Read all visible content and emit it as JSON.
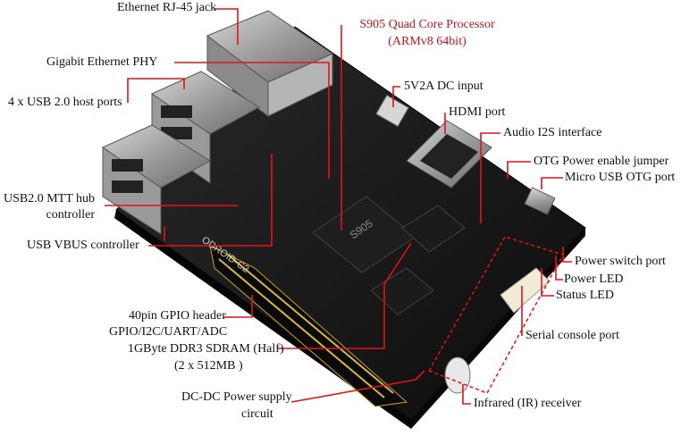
{
  "labels": {
    "rj45": "Ethernet RJ-45 jack",
    "cpu_line1": "S905 Quad Core Processor",
    "cpu_line2": "(ARMv8 64bit)",
    "phy": "Gigabit Ethernet PHY",
    "dc_input": "5V2A DC input",
    "usb_host": "4 x USB 2.0 host ports",
    "hdmi": "HDMI port",
    "audio": "Audio I2S interface",
    "otg_jumper": "OTG Power enable jumper",
    "micro_usb": "Micro USB OTG port",
    "hub_line1": "USB2.0 MTT hub",
    "hub_line2": "controller",
    "vbus": "USB VBUS controller",
    "power_switch": "Power switch port",
    "power_led": "Power LED",
    "status_led": "Status LED",
    "gpio_line1": "40pin GPIO header",
    "gpio_line2": "GPIO/I2C/UART/ADC",
    "serial": "Serial console port",
    "ddr_line1": "1GByte DDR3 SDRAM (Half)",
    "ddr_line2": "(2 x 512MB )",
    "dcdc_line1": "DC-DC Power supply",
    "dcdc_line2": "circuit",
    "ir": "Infrared (IR) receiver"
  },
  "board_text": {
    "cpu_chip": "S905",
    "silkscreen_model": "ODROID-C2"
  },
  "colors": {
    "leader": "#e3121a",
    "highlight_text": "#c0161c",
    "board": "#151515"
  }
}
